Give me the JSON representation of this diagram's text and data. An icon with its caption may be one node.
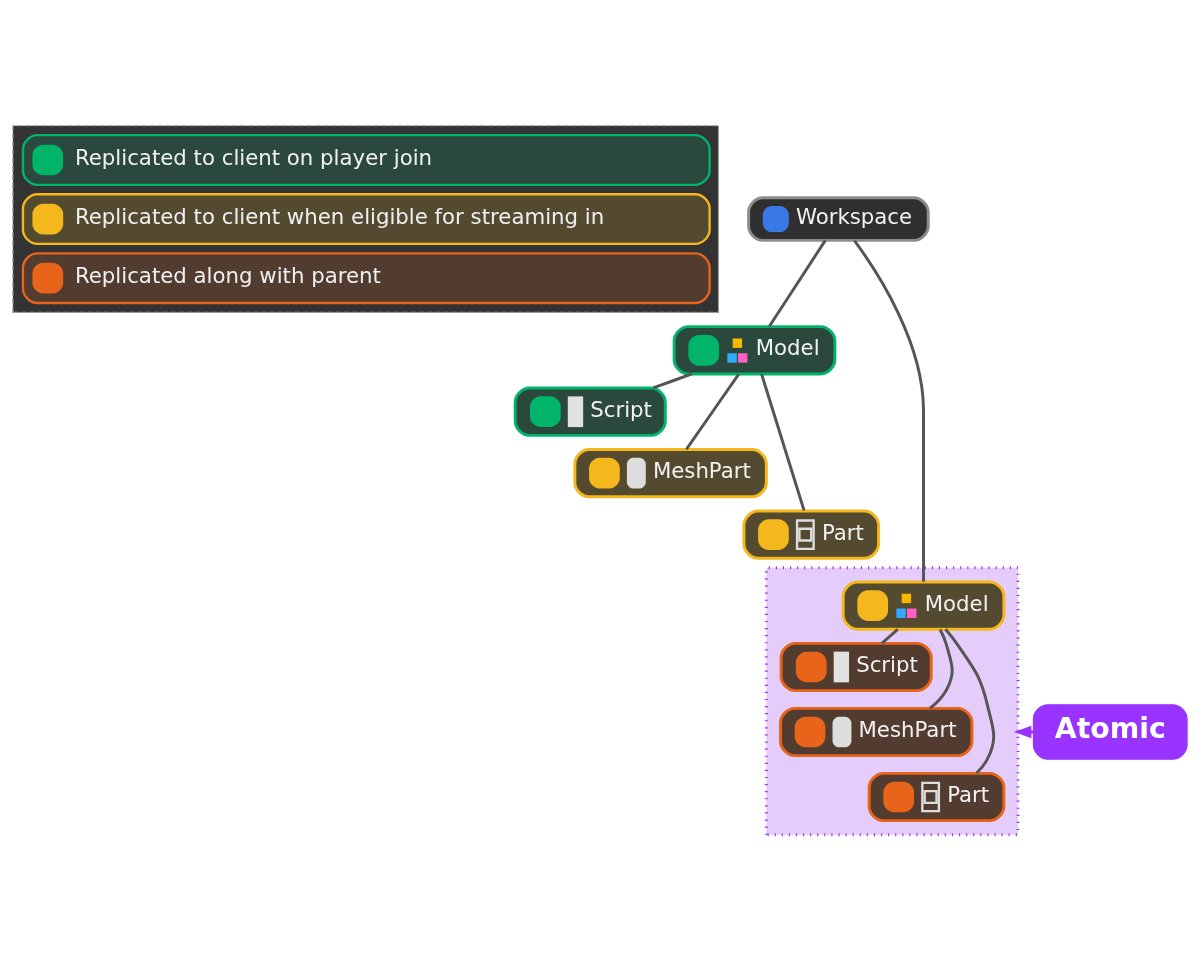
{
  "diagram": {
    "nodes": [
      {
        "text": [
          "Workspace"
        ]
      },
      {
        "text": [
          "Model"
        ]
      },
      {
        "text": [
          "Script"
        ]
      },
      {
        "text": [
          "MeshPart"
        ]
      },
      {
        "text": [
          "Part"
        ]
      },
      {
        "text": [],
        "shape": "box"
      },
      {
        "text": [
          "Model"
        ],
        "in": 5
      },
      {
        "text": [
          "Script"
        ],
        "in": 5
      },
      {
        "text": [
          "MeshPart"
        ],
        "in": 5
      },
      {
        "text": [
          "Part"
        ],
        "in": 5
      },
      {
        "text": [
          "Atomic"
        ]
      }
    ],
    "edges": [
      {
        "from": 0,
        "to": 1,
        "arrow": "none"
      },
      {
        "from": 1,
        "to": 2,
        "arrow": "none"
      },
      {
        "from": 1,
        "to": 3,
        "arrow": "none"
      },
      {
        "from": 1,
        "to": 4,
        "arrow": "none"
      },
      {
        "from": 0,
        "to": 6,
        "arrow": "none"
      },
      {
        "from": 6,
        "to": 7,
        "arrow": "none"
      },
      {
        "from": 6,
        "to": 8,
        "arrow": "none"
      },
      {
        "from": 6,
        "to": 9,
        "arrow": "none"
      },
      {
        "from": 10,
        "to": 5,
        "arrow": "to",
        "color": "#9933ff"
      }
    ],
    "legend": [
      {
        "text": "Replicated to client on player join",
        "color": "#00b46a"
      },
      {
        "text": "Replicated to client when eligible for streaming in",
        "color": "#f4b81c"
      },
      {
        "text": "Replicated along with parent",
        "color": "#e8641a"
      }
    ]
  }
}
